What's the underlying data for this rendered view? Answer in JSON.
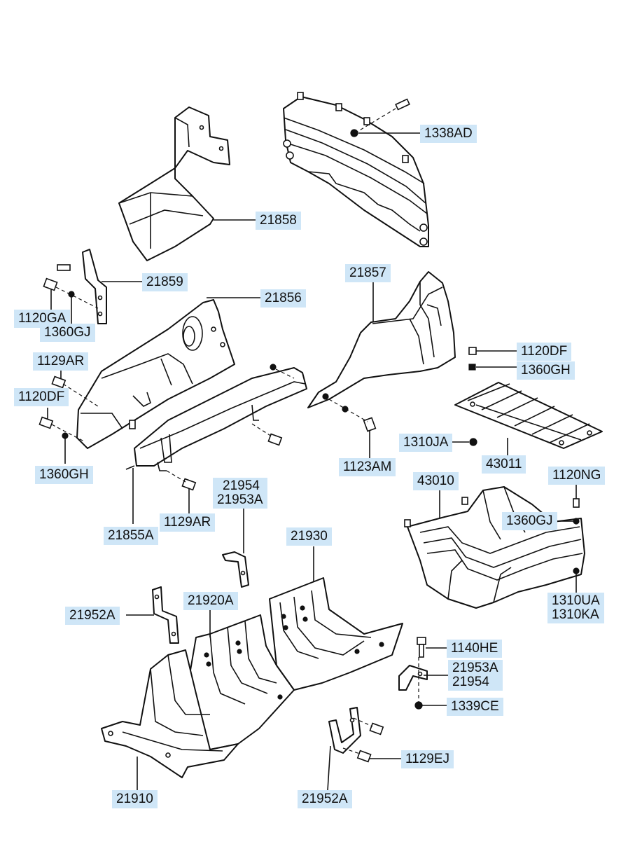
{
  "labels": {
    "p1338AD": "1338AD",
    "p21858": "21858",
    "p21859": "21859",
    "p21856": "21856",
    "p21857": "21857",
    "p1120GA": "1120GA",
    "p1360GJ_a": "1360GJ",
    "p1129AR_a": "1129AR",
    "p1120DF_a": "1120DF",
    "p1360GH_a": "1360GH",
    "p1120DF_b": "1120DF",
    "p1360GH_b": "1360GH",
    "p1310JA": "1310JA",
    "p1123AM": "1123AM",
    "p43011": "43011",
    "p21954_a": "21954",
    "p21953A_a": "21953A",
    "p1129AR_b": "1129AR",
    "p21855A": "21855A",
    "p43010": "43010",
    "p1120NG": "1120NG",
    "p1360GJ_b": "1360GJ",
    "p21930": "21930",
    "p21952A_a": "21952A",
    "p21920A": "21920A",
    "p1310UA": "1310UA",
    "p1310KA": "1310KA",
    "p1140HE": "1140HE",
    "p21953A_b": "21953A",
    "p21954_b": "21954",
    "p1339CE": "1339CE",
    "p1129EJ": "1129EJ",
    "p21910": "21910",
    "p21952A_b": "21952A"
  },
  "colors": {
    "label_background": "#cfe6f7",
    "line": "#111111",
    "background": "#ffffff"
  }
}
